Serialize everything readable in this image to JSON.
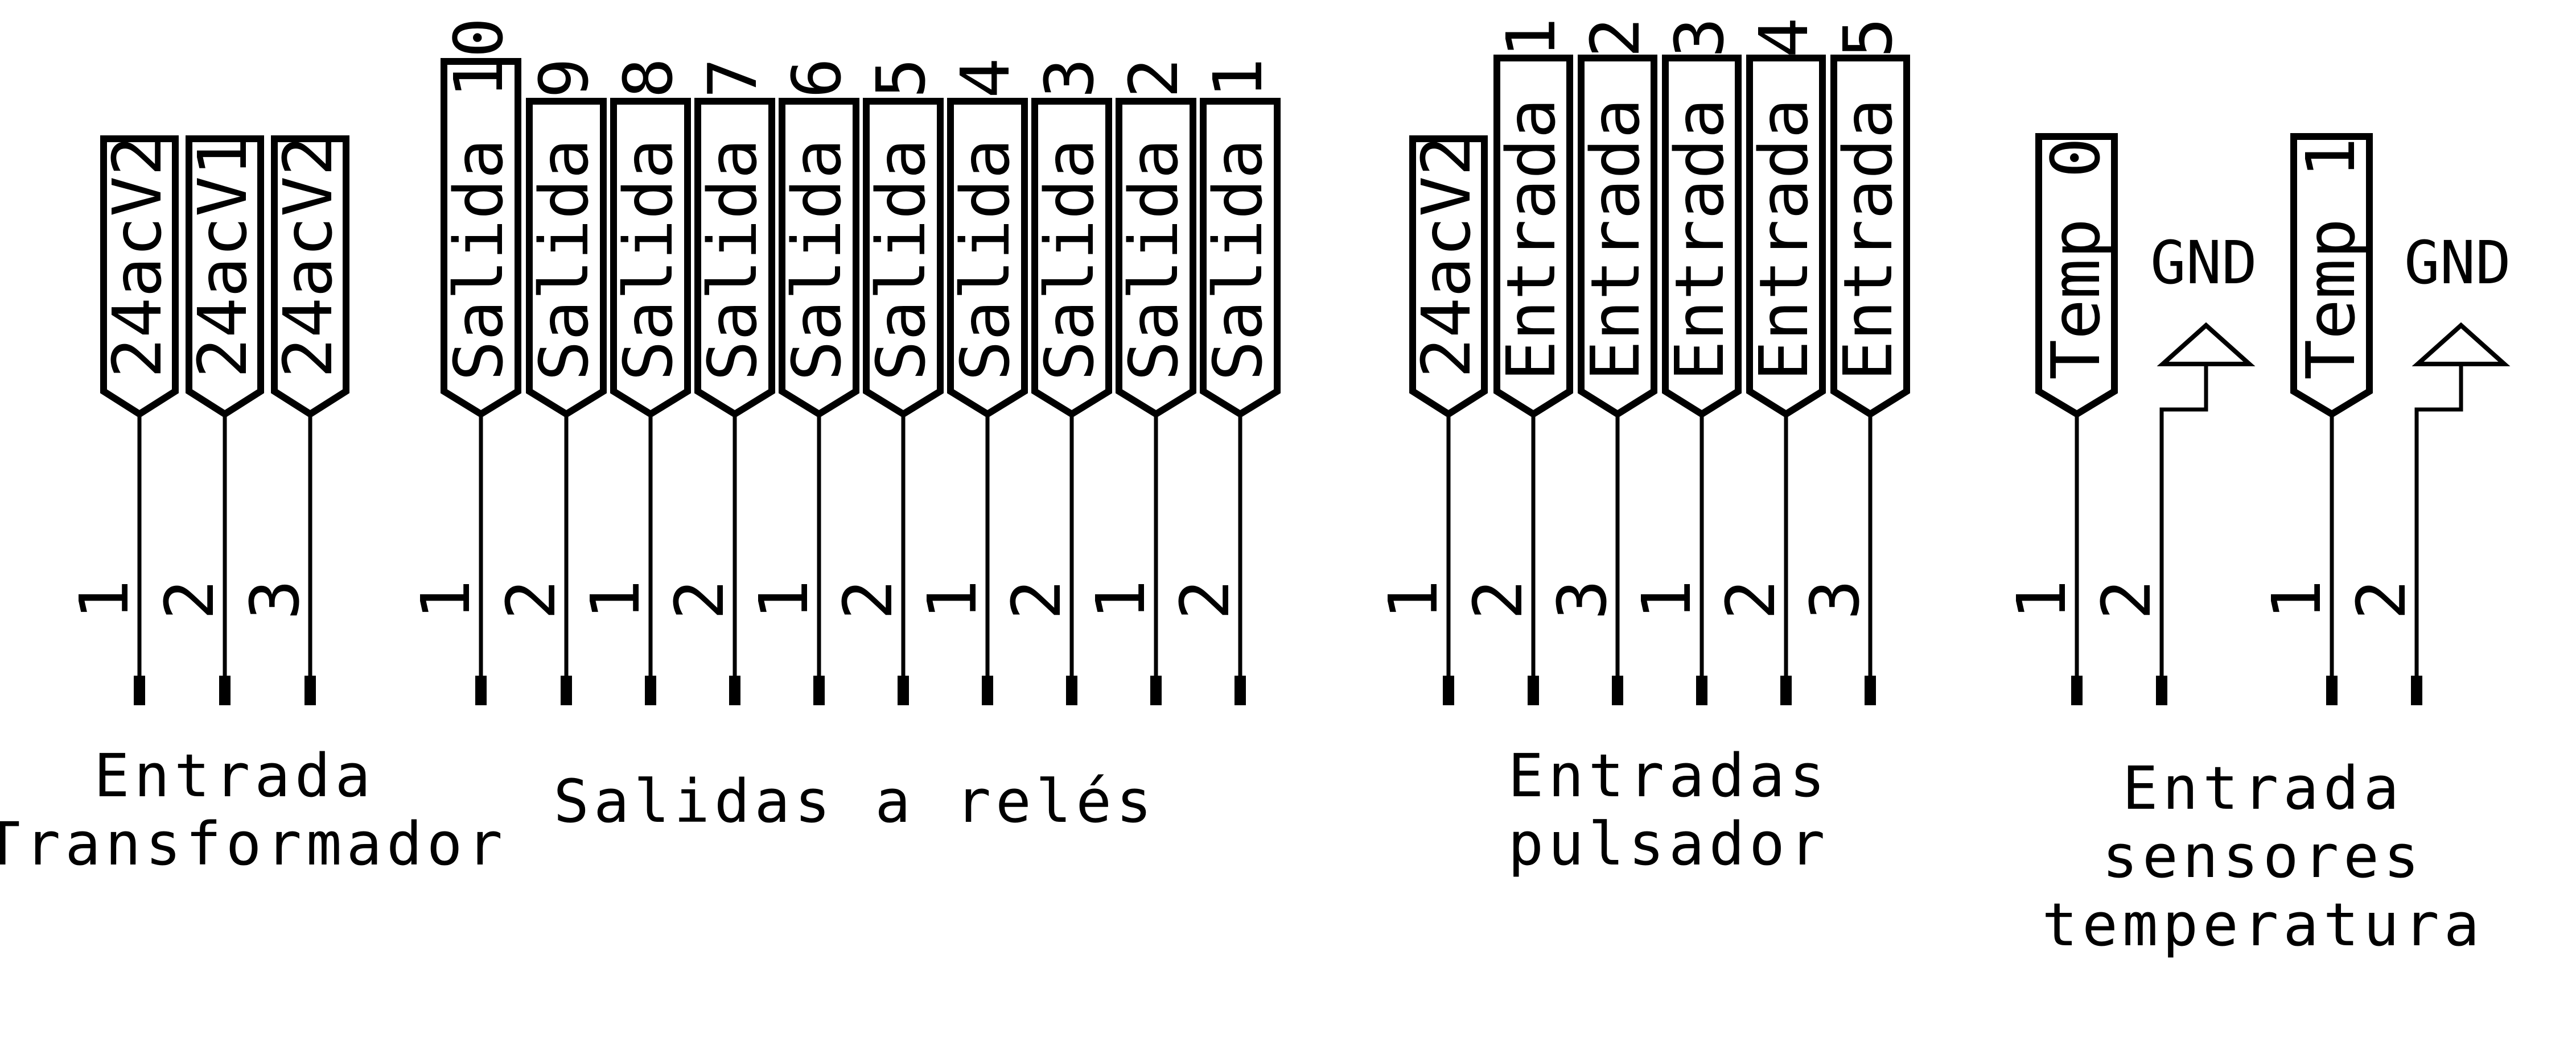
{
  "connectors": [
    {
      "id": "transformador",
      "caption": [
        "Entrada",
        "Transformador"
      ],
      "pins": [
        {
          "pin": "1",
          "net": "24acV2"
        },
        {
          "pin": "2",
          "net": "24acV1"
        },
        {
          "pin": "3",
          "net": "24acV2"
        }
      ]
    },
    {
      "id": "reles",
      "caption": [
        "Salidas a relés"
      ],
      "pins": [
        {
          "pin": "1",
          "net": "Salida_10"
        },
        {
          "pin": "2",
          "net": "Salida_9"
        },
        {
          "pin": "1",
          "net": "Salida_8"
        },
        {
          "pin": "2",
          "net": "Salida_7"
        },
        {
          "pin": "1",
          "net": "Salida_6"
        },
        {
          "pin": "2",
          "net": "Salida_5"
        },
        {
          "pin": "1",
          "net": "Salida_4"
        },
        {
          "pin": "2",
          "net": "Salida_3"
        },
        {
          "pin": "1",
          "net": "Salida_2"
        },
        {
          "pin": "2",
          "net": "Salida_1"
        }
      ]
    },
    {
      "id": "pulsador",
      "caption": [
        "Entradas",
        "pulsador"
      ],
      "pins": [
        {
          "pin": "1",
          "net": "24acV2"
        },
        {
          "pin": "2",
          "net": "Entrada_1"
        },
        {
          "pin": "3",
          "net": "Entrada_2"
        },
        {
          "pin": "1",
          "net": "Entrada_3"
        },
        {
          "pin": "2",
          "net": "Entrada_4"
        },
        {
          "pin": "3",
          "net": "Entrada_5"
        }
      ]
    },
    {
      "id": "temperatura",
      "caption": [
        "Entrada",
        "sensores",
        "temperatura"
      ],
      "pins": [
        {
          "pin": "1",
          "net": "Temp_0"
        },
        {
          "pin": "2",
          "net": "GND"
        },
        {
          "pin": "1",
          "net": "Temp_1"
        },
        {
          "pin": "2",
          "net": "GND"
        }
      ]
    }
  ]
}
